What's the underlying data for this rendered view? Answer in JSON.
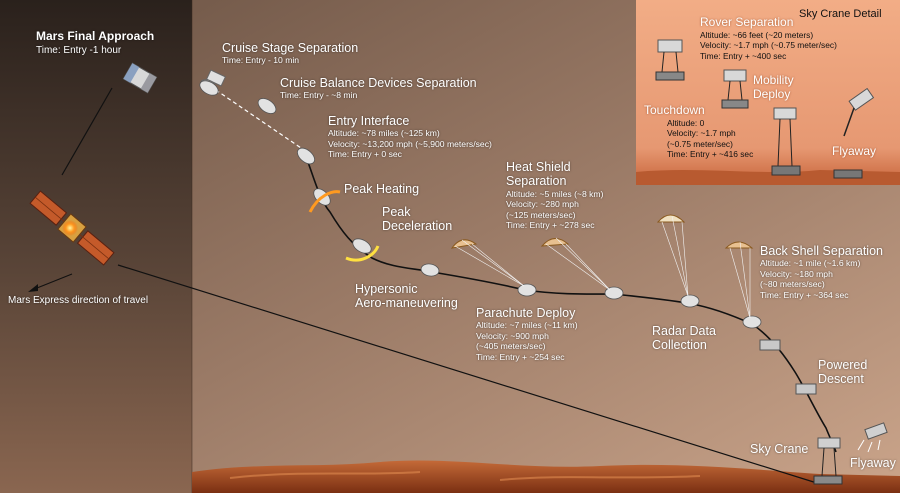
{
  "final_approach": {
    "title": "Mars Final Approach",
    "time": "Time: Entry -1 hour"
  },
  "mars_express": {
    "label": "Mars Express direction of travel"
  },
  "events": {
    "cruise_stage": {
      "title": "Cruise Stage Separation",
      "time": "Time: Entry - 10 min"
    },
    "cruise_balance": {
      "title": "Cruise Balance Devices Separation",
      "time": "Time: Entry - ~8 min"
    },
    "entry_interface": {
      "title": "Entry Interface",
      "lines": [
        "Altitude: ~78 miles (~125 km)",
        "Velocity: ~13,200 mph (~5,900 meters/sec)",
        "Time: Entry + 0 sec"
      ]
    },
    "peak_heating": {
      "title": "Peak Heating"
    },
    "peak_decel": {
      "title": [
        "Peak",
        "Deceleration"
      ]
    },
    "hypersonic": {
      "title": [
        "Hypersonic",
        "Aero-maneuvering"
      ]
    },
    "heat_shield": {
      "title": [
        "Heat Shield",
        "Separation"
      ],
      "lines": [
        "Altitude: ~5 miles (~8 km)",
        "Velocity: ~280 mph",
        "(~125 meters/sec)",
        "Time: Entry + ~278 sec"
      ]
    },
    "parachute": {
      "title": "Parachute Deploy",
      "lines": [
        "Altitude: ~7 miles (~11 km)",
        "Velocity: ~900 mph",
        "(~405 meters/sec)",
        "Time: Entry + ~254 sec"
      ]
    },
    "radar": {
      "title": [
        "Radar Data",
        "Collection"
      ]
    },
    "back_shell": {
      "title": "Back Shell Separation",
      "lines": [
        "Altitude: ~1 mile (~1.6 km)",
        "Velocity: ~180 mph",
        "(~80 meters/sec)",
        "Time: Entry + ~364 sec"
      ]
    },
    "powered_descent": {
      "title": [
        "Powered",
        "Descent"
      ]
    },
    "sky_crane": {
      "title": "Sky Crane"
    },
    "flyaway": {
      "title": "Flyaway"
    }
  },
  "inset": {
    "title": "Sky Crane Detail",
    "rover_sep": {
      "title": "Rover Separation",
      "lines": [
        "Altitude: ~66 feet (~20 meters)",
        "Velocity: ~1.7 mph (~0.75 meter/sec)",
        "Time: Entry + ~400 sec"
      ]
    },
    "mobility": {
      "title": [
        "Mobility",
        "Deploy"
      ]
    },
    "touchdown": {
      "title": "Touchdown",
      "lines": [
        "Altitude: 0",
        "Velocity: ~1.7 mph",
        "(~0.75 meter/sec)",
        "Time: Entry + ~416 sec"
      ]
    },
    "flyaway": {
      "title": "Flyaway"
    }
  },
  "colors": {
    "sky_top": "#5a4336",
    "sky_mid": "#8a6a58",
    "mars_surface": "#b0552a",
    "inset_bg": "#eba17c",
    "trajectory": "#111111"
  }
}
